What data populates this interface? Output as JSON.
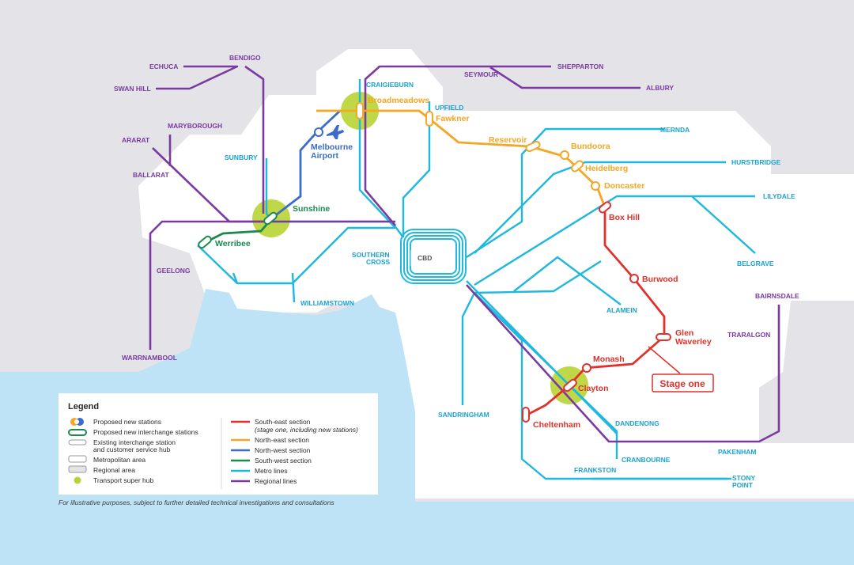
{
  "colors": {
    "south_east": "#e0312b",
    "north_east": "#f5a623",
    "north_west": "#3b6cc8",
    "south_west": "#1b8a4c",
    "metro": "#1eb8e0",
    "regional": "#7a3aa0",
    "super_hub": "#b8d433",
    "water": "#bfe3f6",
    "land": "#ffffff"
  },
  "regional_stations": {
    "echuca": "ECHUCA",
    "bendigo": "BENDIGO",
    "swan_hill": "SWAN HILL",
    "maryborough": "MARYBOROUGH",
    "ararat": "ARARAT",
    "ballarat": "BALLARAT",
    "geelong": "GEELONG",
    "warrnambool": "WARRNAMBOOL",
    "seymour": "SEYMOUR",
    "shepparton": "SHEPPARTON",
    "albury": "ALBURY",
    "traralgon": "TRARALGON",
    "bairnsdale": "BAIRNSDALE"
  },
  "metro_stations": {
    "craigieburn": "CRAIGIEBURN",
    "upfield": "UPFIELD",
    "sunbury": "SUNBURY",
    "mernda": "MERNDA",
    "hurstbridge": "HURSTBRIDGE",
    "lilydale": "LILYDALE",
    "belgrave": "BELGRAVE",
    "alamein": "ALAMEIN",
    "southern_cross_1": "SOUTHERN",
    "southern_cross_2": "CROSS",
    "cbd": "CBD",
    "williamstown": "WILLIAMSTOWN",
    "sandringham": "SANDRINGHAM",
    "dandenong": "DANDENONG",
    "cranbourne": "CRANBOURNE",
    "pakenham": "PAKENHAM",
    "frankston": "FRANKSTON",
    "stony_point_1": "STONY",
    "stony_point_2": "POINT"
  },
  "srl_stations": {
    "broadmeadows": "Broadmeadows",
    "fawkner": "Fawkner",
    "reservoir": "Reservoir",
    "bundoora": "Bundoora",
    "heidelberg": "Heidelberg",
    "doncaster": "Doncaster",
    "box_hill": "Box Hill",
    "burwood": "Burwood",
    "glen_waverley_1": "Glen",
    "glen_waverley_2": "Waverley",
    "monash": "Monash",
    "clayton": "Clayton",
    "cheltenham": "Cheltenham",
    "sunshine": "Sunshine",
    "werribee": "Werribee",
    "melbourne_airport_1": "Melbourne",
    "melbourne_airport_2": "Airport"
  },
  "stage_one_label": "Stage one",
  "legend": {
    "title": "Legend",
    "left_items": [
      "Proposed new stations",
      "Proposed new interchange stations",
      "Existing interchange station",
      "and customer service hub",
      "Metropolitan area",
      "Regional area",
      "Transport super hub"
    ],
    "right_items": [
      "South-east section",
      "(stage one, including new stations)",
      "North-east section",
      "North-west section",
      "South-west section",
      "Metro lines",
      "Regional lines"
    ]
  },
  "footnote": "For illustrative purposes, subject to further detailed technical investigations and consultations"
}
